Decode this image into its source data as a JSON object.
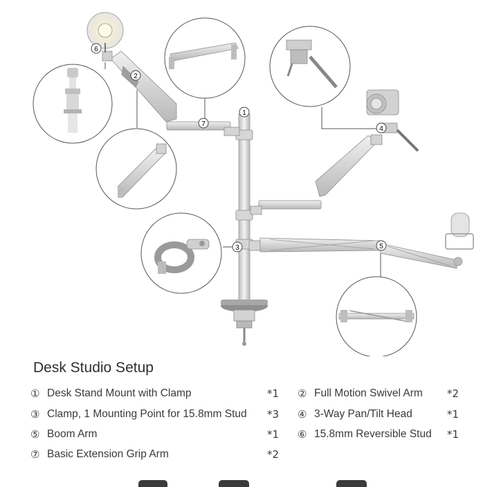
{
  "title": "Desk Studio Setup",
  "callouts": [
    "1",
    "2",
    "3",
    "4",
    "5",
    "6",
    "7"
  ],
  "parts": [
    {
      "num": "①",
      "name": "Desk Stand Mount with Clamp",
      "qty": "*1"
    },
    {
      "num": "②",
      "name": "Full Motion Swivel Arm",
      "qty": "*2"
    },
    {
      "num": "③",
      "name": "Clamp, 1 Mounting Point for 15.8mm Stud",
      "qty": "*3"
    },
    {
      "num": "④",
      "name": "3-Way Pan/Tilt Head",
      "qty": "*1"
    },
    {
      "num": "⑤",
      "name": "Boom Arm",
      "qty": "*1"
    },
    {
      "num": "⑥",
      "name": "15.8mm Reversible Stud",
      "qty": "*1"
    },
    {
      "num": "⑦",
      "name": "Basic Extension Grip Arm",
      "qty": "*2"
    }
  ],
  "colors": {
    "metal": "#d9d9d9",
    "metal_dark": "#a9a9a9",
    "line": "#555555",
    "text": "#3a3a3a"
  }
}
